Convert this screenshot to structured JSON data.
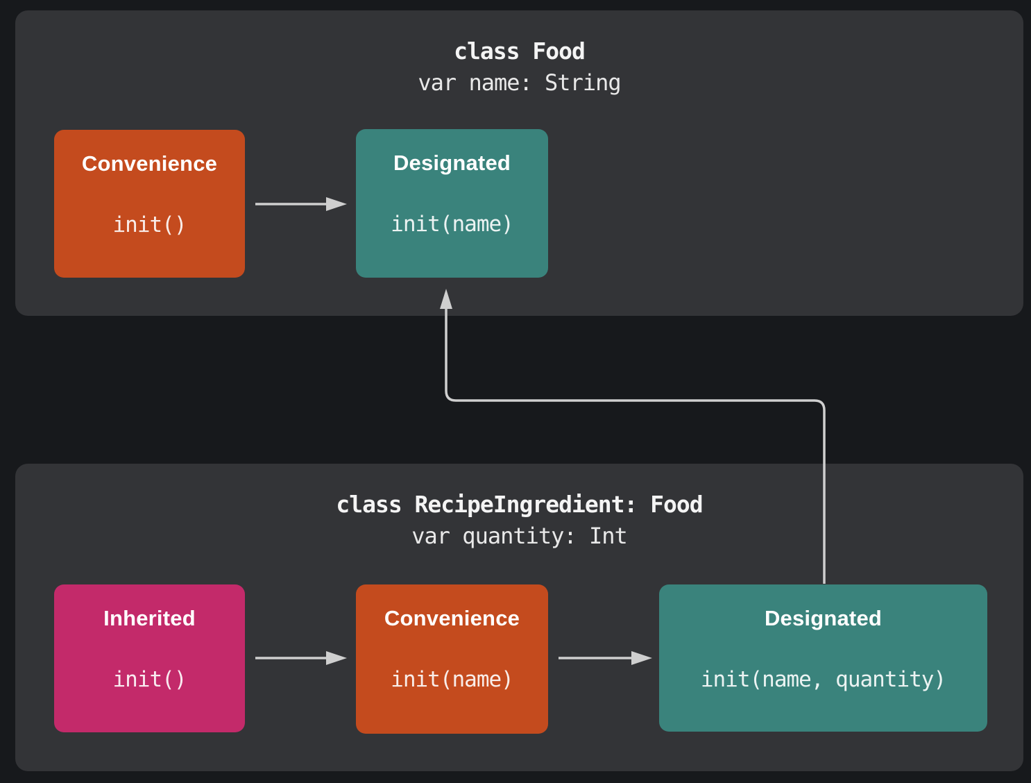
{
  "diagram": {
    "kind": "class-initializer-delegation",
    "bg_color": "#17191C",
    "panel_color": "#333437",
    "arrow_color": "#CFCFCF",
    "panels": [
      {
        "id": "food",
        "title": "class Food",
        "subtitle": "var name: String",
        "boxes": [
          {
            "kind": "convenience",
            "label": "Convenience",
            "code": "init()",
            "color": "#C44B1E"
          },
          {
            "kind": "designated",
            "label": "Designated",
            "code": "init(name)",
            "color": "#3A837C"
          }
        ]
      },
      {
        "id": "recipe-ingredient",
        "title": "class RecipeIngredient: Food",
        "subtitle": "var quantity: Int",
        "boxes": [
          {
            "kind": "inherited",
            "label": "Inherited",
            "code": "init()",
            "color": "#C32A6A"
          },
          {
            "kind": "convenience",
            "label": "Convenience",
            "code": "init(name)",
            "color": "#C44B1E"
          },
          {
            "kind": "designated",
            "label": "Designated",
            "code": "init(name, quantity)",
            "color": "#3A837C"
          }
        ]
      }
    ],
    "connections": [
      {
        "from": "food.convenience",
        "to": "food.designated",
        "style": "straight"
      },
      {
        "from": "recipe-ingredient.inherited",
        "to": "recipe-ingredient.convenience",
        "style": "straight"
      },
      {
        "from": "recipe-ingredient.convenience",
        "to": "recipe-ingredient.designated",
        "style": "straight"
      },
      {
        "from": "recipe-ingredient.designated",
        "to": "food.designated",
        "style": "elbow-up"
      }
    ]
  }
}
